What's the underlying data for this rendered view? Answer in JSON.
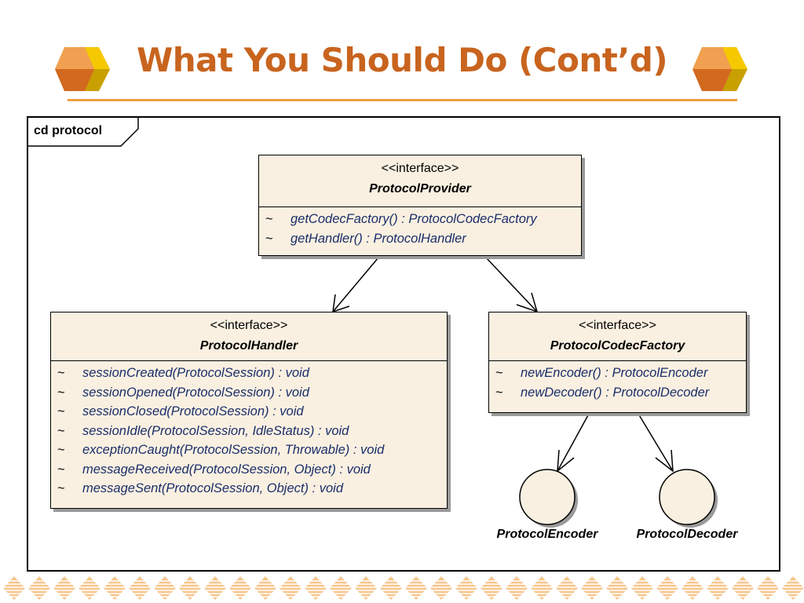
{
  "slide": {
    "title": "What You Should Do (Cont’d)"
  },
  "colors": {
    "title": "#C8641E",
    "rule": "#F0A040",
    "box_fill": "#FAF0E1",
    "method_text": "#1A2E6B",
    "logo_orange_dark": "#D2691E",
    "logo_orange_light": "#F0A050",
    "logo_yellow": "#F5C800",
    "footer_pattern": "#F6C58A"
  },
  "diagram": {
    "frame_label": "cd protocol",
    "provider": {
      "stereotype": "<<interface>>",
      "name": "ProtocolProvider",
      "methods": [
        {
          "visibility": "~",
          "signature": "getCodecFactory() : ProtocolCodecFactory"
        },
        {
          "visibility": "~",
          "signature": "getHandler() : ProtocolHandler"
        }
      ]
    },
    "handler": {
      "stereotype": "<<interface>>",
      "name": "ProtocolHandler",
      "methods": [
        {
          "visibility": "~",
          "signature": "sessionCreated(ProtocolSession) : void"
        },
        {
          "visibility": "~",
          "signature": "sessionOpened(ProtocolSession) : void"
        },
        {
          "visibility": "~",
          "signature": "sessionClosed(ProtocolSession) : void"
        },
        {
          "visibility": "~",
          "signature": "sessionIdle(ProtocolSession, IdleStatus) : void"
        },
        {
          "visibility": "~",
          "signature": "exceptionCaught(ProtocolSession, Throwable) : void"
        },
        {
          "visibility": "~",
          "signature": "messageReceived(ProtocolSession, Object) : void"
        },
        {
          "visibility": "~",
          "signature": "messageSent(ProtocolSession, Object) : void"
        }
      ]
    },
    "codec_factory": {
      "stereotype": "<<interface>>",
      "name": "ProtocolCodecFactory",
      "methods": [
        {
          "visibility": "~",
          "signature": "newEncoder() : ProtocolEncoder"
        },
        {
          "visibility": "~",
          "signature": "newDecoder() : ProtocolDecoder"
        }
      ]
    },
    "encoder": {
      "name": "ProtocolEncoder"
    },
    "decoder": {
      "name": "ProtocolDecoder"
    }
  }
}
